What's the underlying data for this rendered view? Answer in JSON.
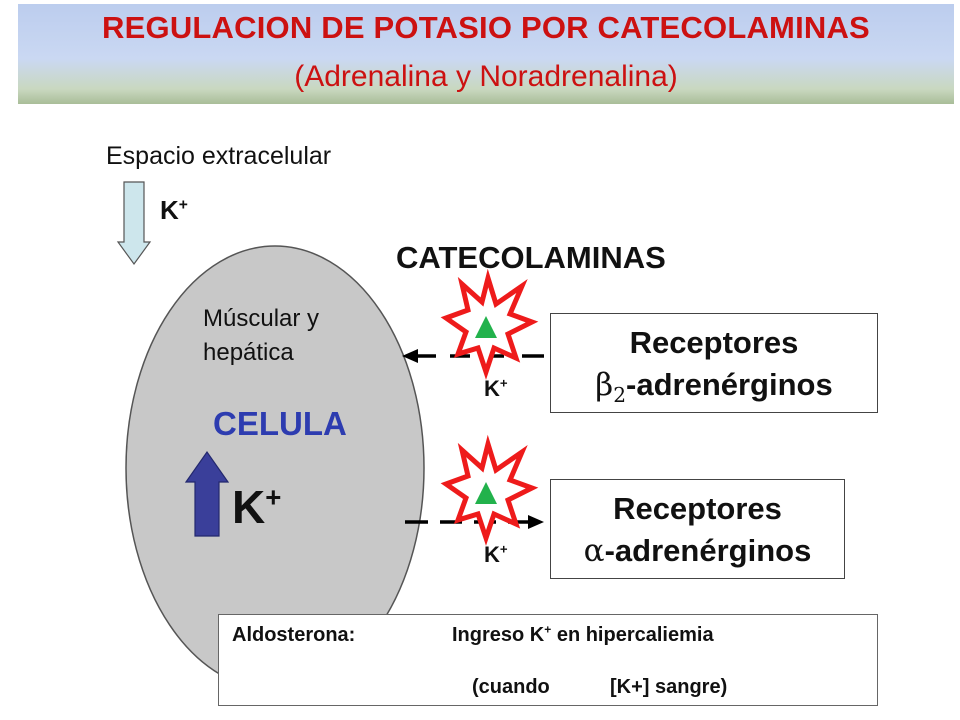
{
  "title": "REGULACION DE POTASIO POR CATECOLAMINAS",
  "subtitle": "(Adrenalina y Noradrenalina)",
  "extracellular_label": "Espacio extracelular",
  "k_symbol": "K",
  "k_charge": "+",
  "cell": {
    "kind_line1": "Múscular y",
    "kind_line2": "hepática",
    "label": "CELULA"
  },
  "catecholamines_label": "CATECOLAMINAS",
  "receptor_beta": {
    "line1": "Receptores",
    "symbol": "β",
    "subscript": "2",
    "suffix": "-adrenérginos"
  },
  "receptor_alpha": {
    "line1": "Receptores",
    "symbol": "α",
    "suffix": "-adrenérginos"
  },
  "aldosterone": {
    "label": "Aldosterona:",
    "ingreso_pre": "Ingreso K",
    "ingreso_charge": "+",
    "ingreso_post": " en hipercaliemia",
    "cuando": "(cuando",
    "sangre": "[K+] sangre)"
  },
  "colors": {
    "title_red": "#cc1111",
    "cell_label_blue": "#2d3cb0",
    "cell_fill": "#c8c8c8",
    "big_arrow_blue": "#3a3f9a",
    "burst_red": "#ee1b1b",
    "triangle_green": "#22b24c",
    "down_arrow_fill": "#cde6ec",
    "aldo_green_arrow": "#11b04a",
    "aldo_blue_arrow": "#1122aa"
  }
}
